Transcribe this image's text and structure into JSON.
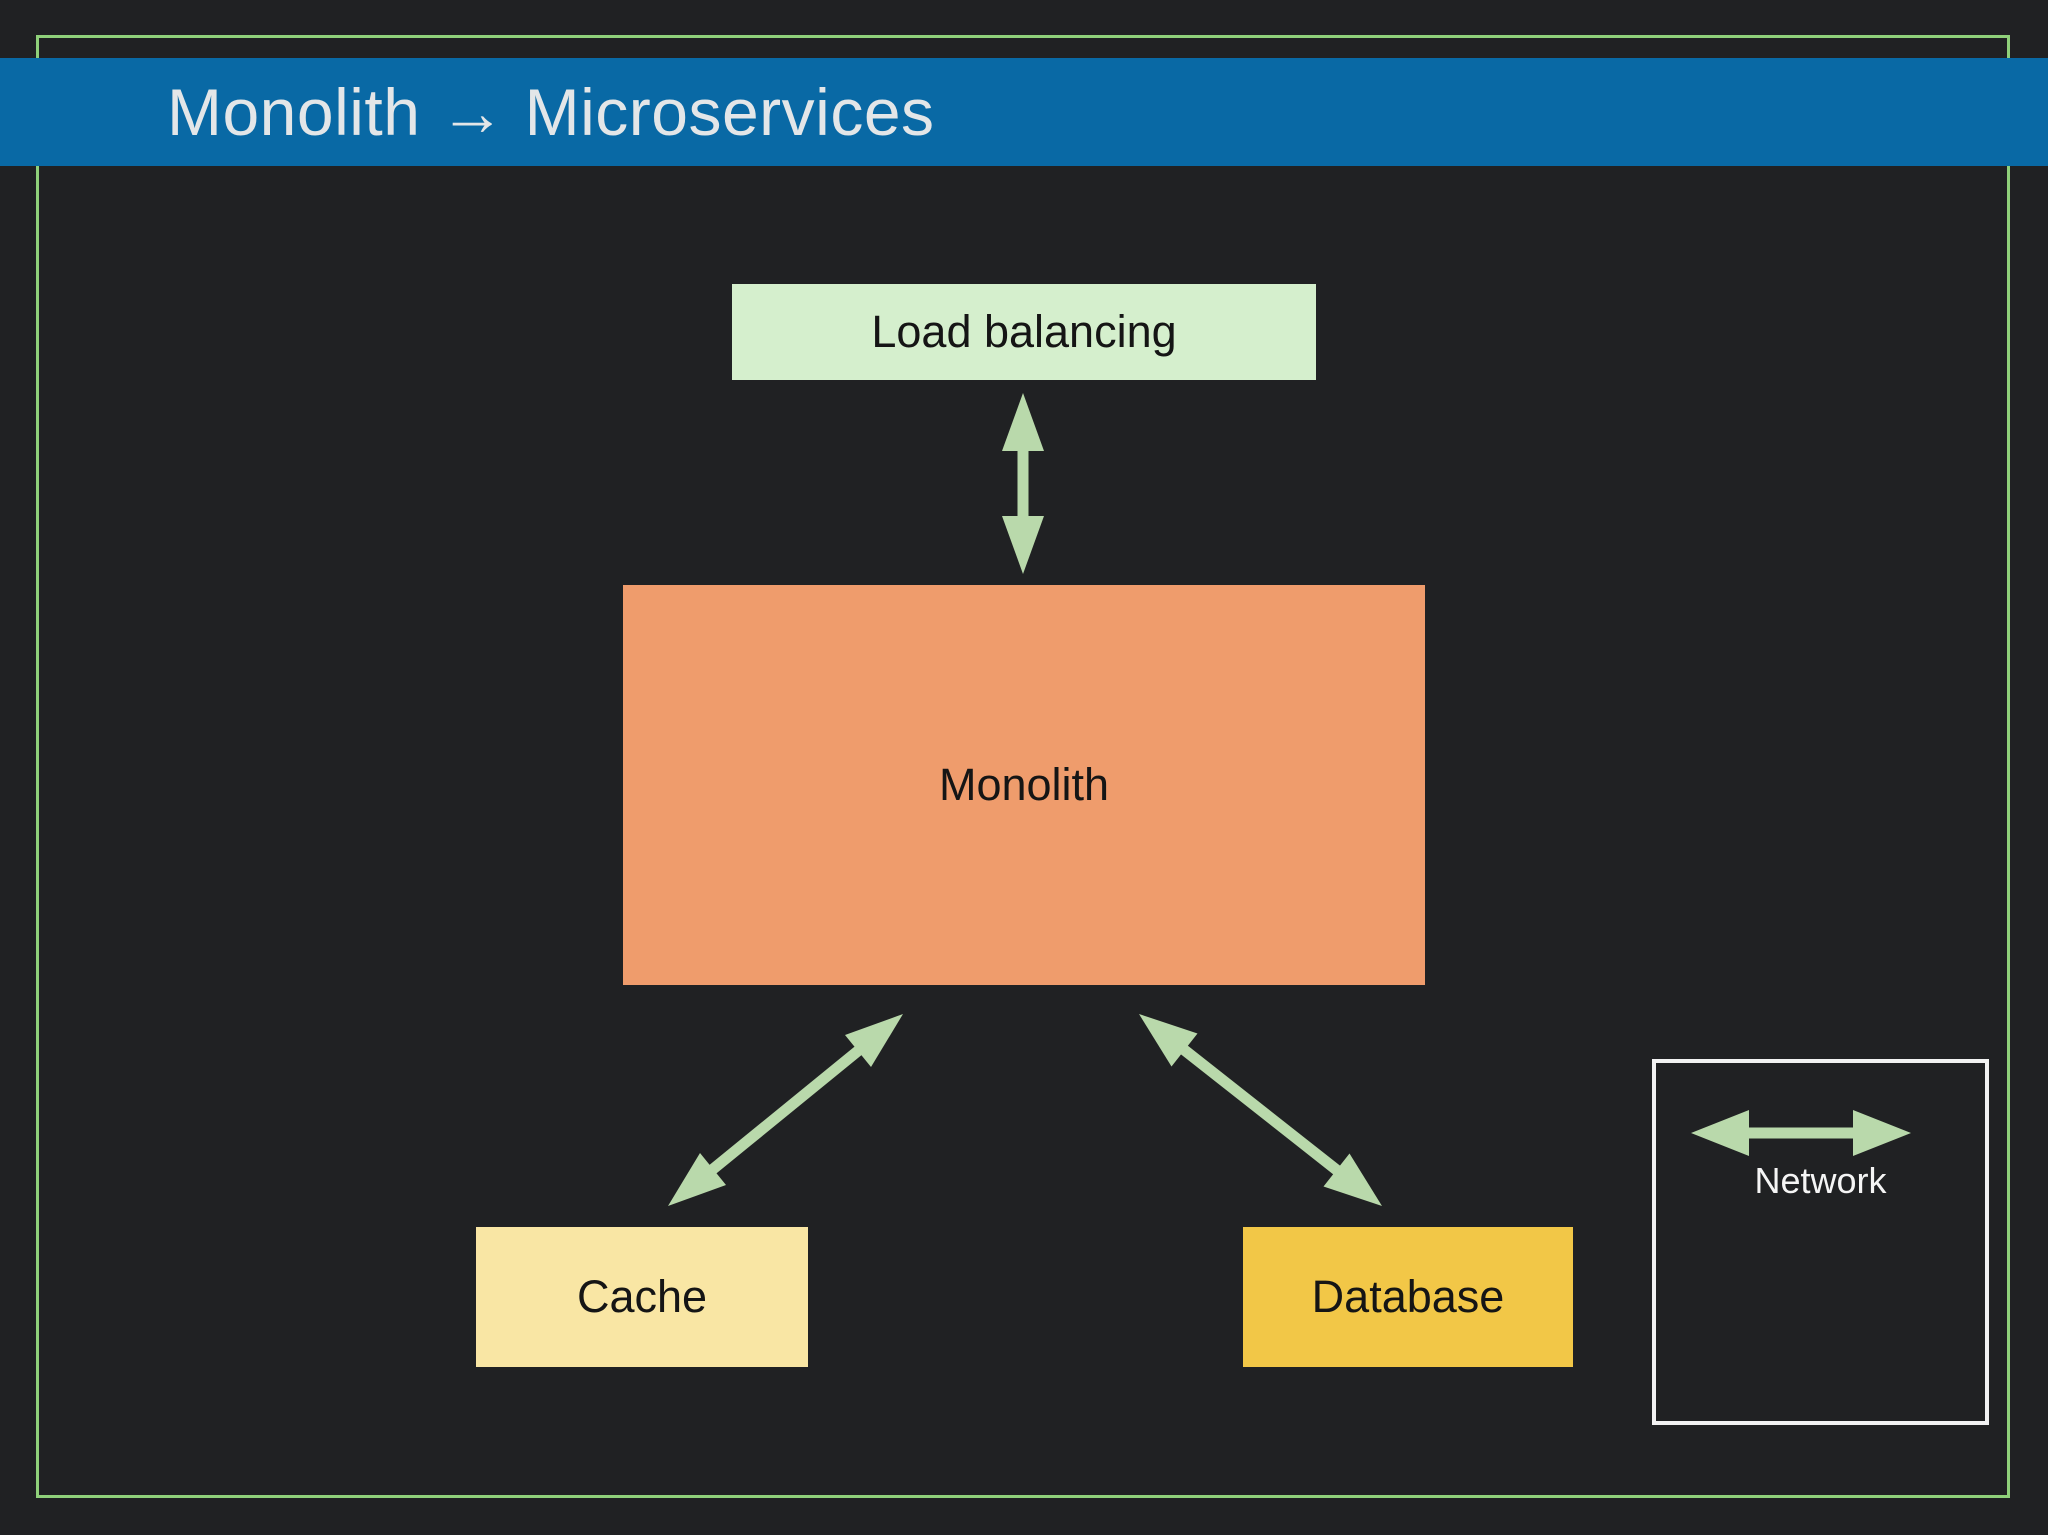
{
  "slide": {
    "title": "Monolith → Microservices"
  },
  "nodes": {
    "load_balancing": {
      "label": "Load balancing",
      "color": "#d5efcd"
    },
    "monolith": {
      "label": "Monolith",
      "color": "#ef9c6c"
    },
    "cache": {
      "label": "Cache",
      "color": "#f9e6a4"
    },
    "database": {
      "label": "Database",
      "color": "#f2c747"
    }
  },
  "edges": [
    {
      "from": "load_balancing",
      "to": "monolith",
      "style": "double-headed-arrow"
    },
    {
      "from": "monolith",
      "to": "cache",
      "style": "double-headed-arrow"
    },
    {
      "from": "monolith",
      "to": "database",
      "style": "double-headed-arrow"
    }
  ],
  "legend": {
    "icon": "double-headed-arrow-icon",
    "label": "Network"
  },
  "colors": {
    "background": "#202123",
    "frame_border": "#8fd07a",
    "title_bar": "#0969a5",
    "title_text": "#e3e6e8",
    "arrow": "#b9d9ab",
    "node_text": "#151515",
    "legend_border": "#f2f2f2",
    "legend_text": "#f5f5f5"
  }
}
